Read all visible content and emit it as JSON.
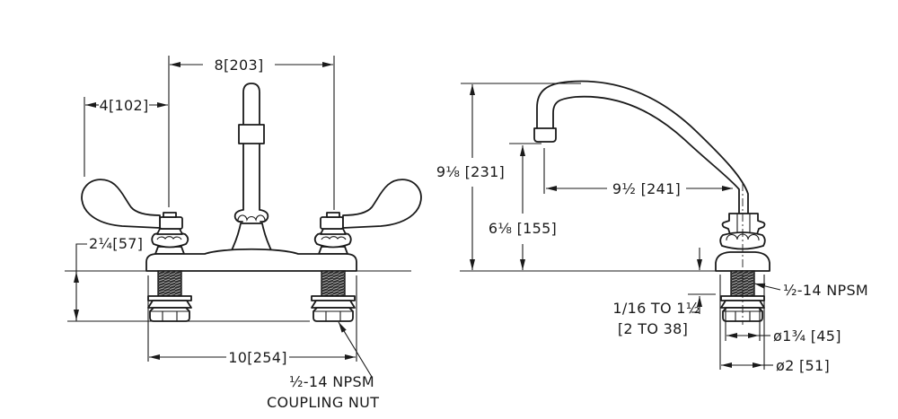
{
  "drawing_type": "faucet-dimension-drawing",
  "colors": {
    "line": "#1a1a1a",
    "background": "#ffffff",
    "thread_fill": "#2d2d2d"
  },
  "front_view": {
    "dim_handle_centers": "8[203]",
    "dim_handle_length": "4[102]",
    "dim_under_deck": "2¼[57]",
    "dim_deck_width": "10[254]",
    "coupling_note_line1": "½-14 NPSM",
    "coupling_note_line2": "COUPLING NUT"
  },
  "side_view": {
    "dim_spout_height": "9⅛ [231]",
    "dim_spout_reach": "9½ [241]",
    "dim_outlet_height": "6⅛ [155]",
    "dim_deck_thickness_in": "1/16 TO 1½",
    "dim_deck_thickness_mm": "[2 TO 38]",
    "thread_note": "½-14 NPSM",
    "dim_flange_dia": "ø1¾ [45]",
    "dim_base_dia": "ø2 [51]"
  }
}
